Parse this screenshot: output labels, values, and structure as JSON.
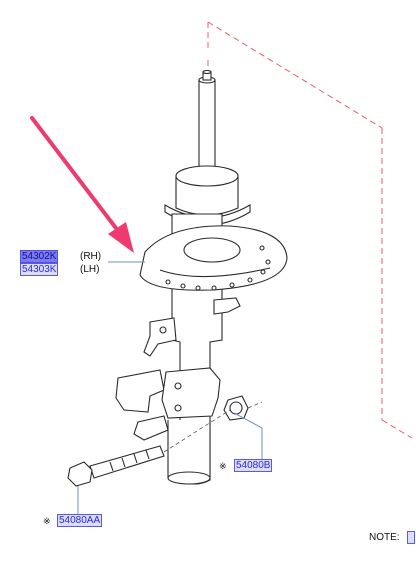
{
  "labels": {
    "part_54302k": "54302K",
    "side_rh": "(RH)",
    "part_54303k": "54303K",
    "side_lh": "(LH)",
    "part_54080b": "54080B",
    "part_54080aa": "54080AA",
    "note_label": "NOTE:",
    "star_mark": "※"
  },
  "colors": {
    "line": "#2b2b2b",
    "dashed_frame": "#e06070",
    "pointer_arrow": "#ee3a6e",
    "part_number_text": "#2a2ad8",
    "part_number_bg": "#dcdcfb",
    "part_number_highlight_bg": "#7b7bf0",
    "leader_line": "#6f8fbf"
  },
  "icons": {
    "pointer": "pointer-arrow-icon",
    "assembly": "strut-assembly-drawing"
  }
}
